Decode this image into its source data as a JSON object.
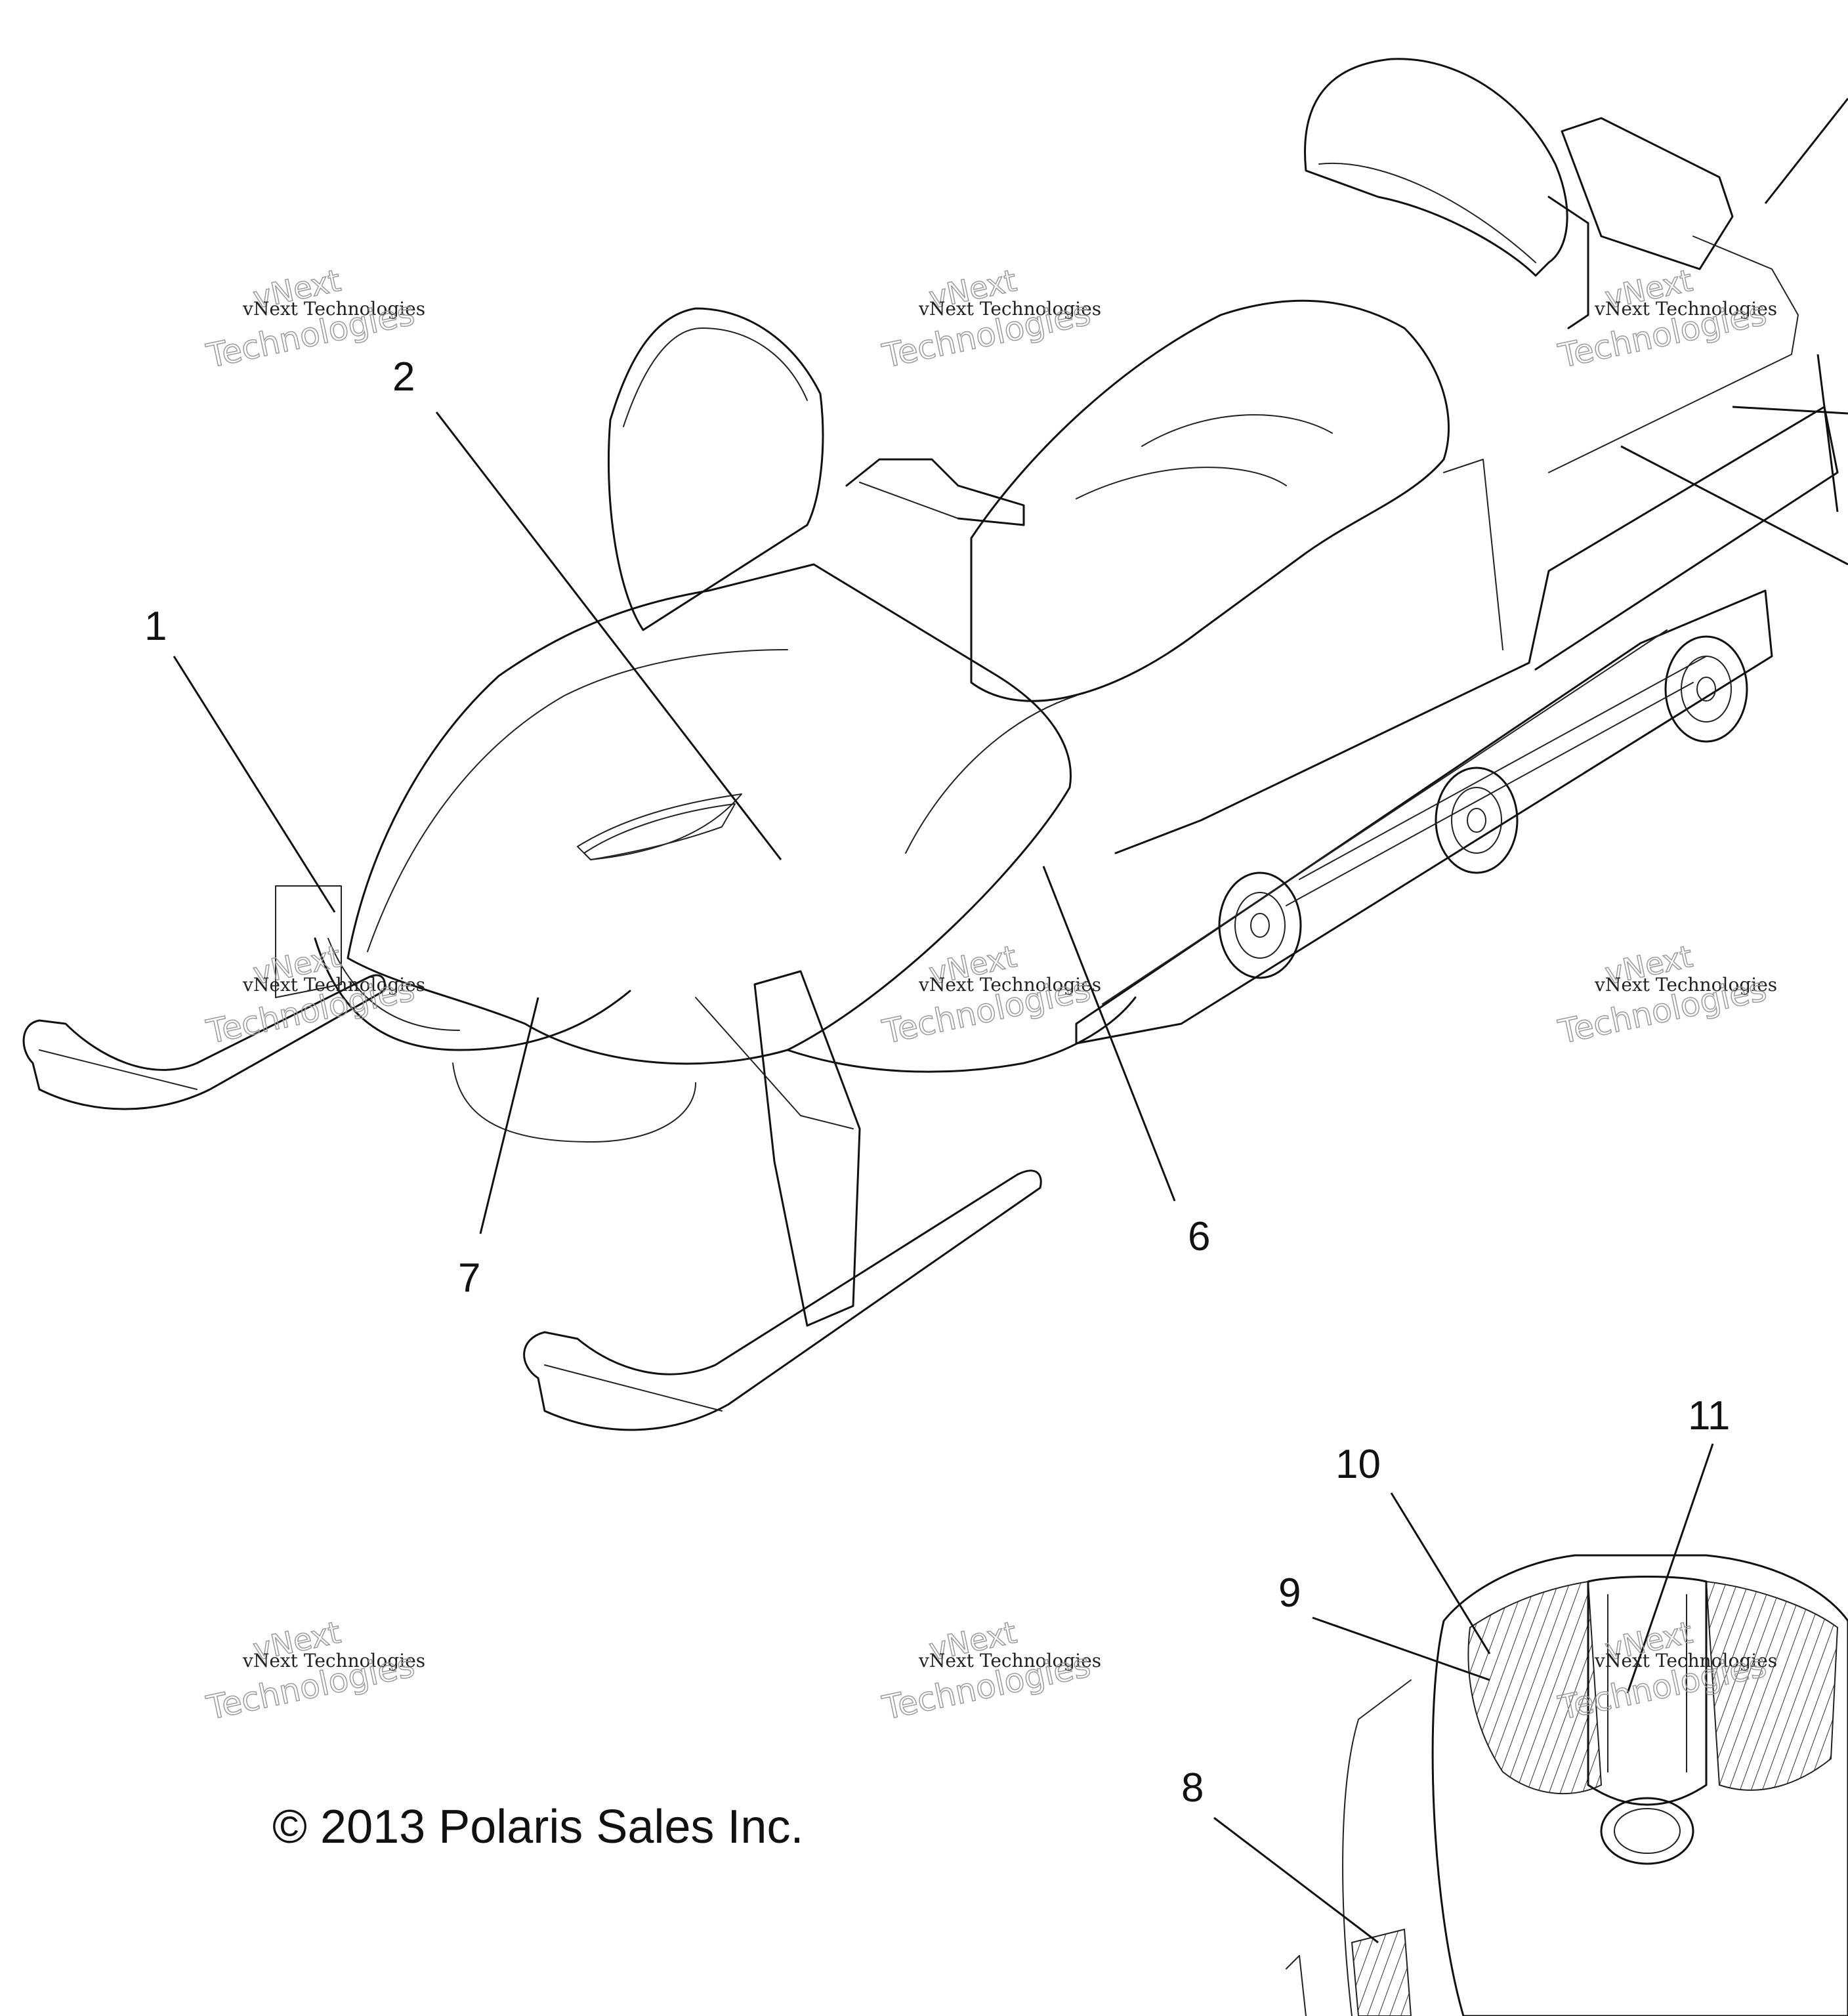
{
  "callouts": {
    "c1": "1",
    "c2": "2",
    "c6": "6",
    "c7": "7",
    "c8": "8",
    "c9": "9",
    "c10": "10",
    "c11": "11"
  },
  "copyright": "© 2013 Polaris Sales Inc.",
  "watermark": {
    "line1": "vNext",
    "line2": "vNext Technologies",
    "line3": "Technologies"
  }
}
